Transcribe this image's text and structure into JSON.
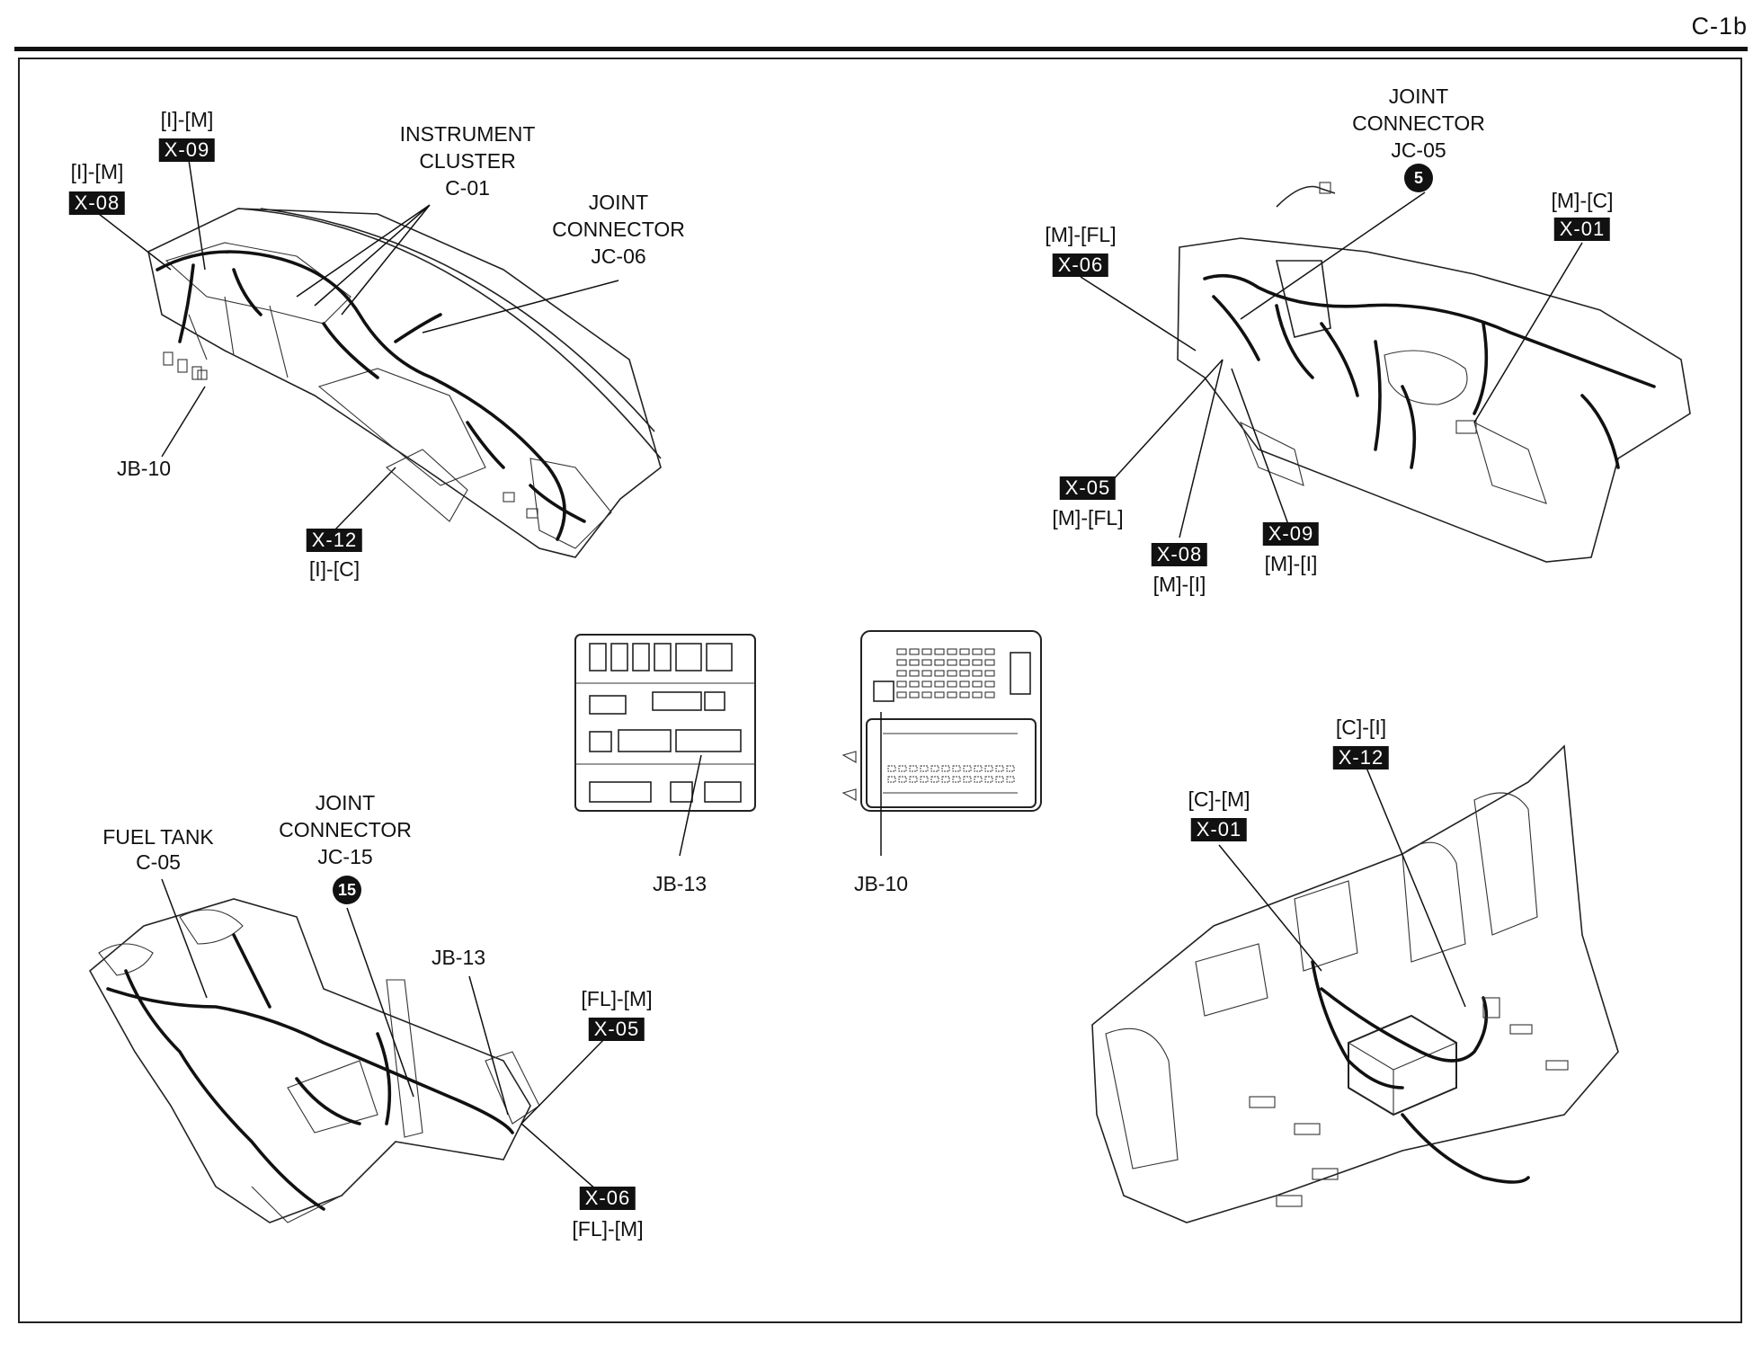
{
  "page": {
    "code": "C-1b"
  },
  "dash_left": {
    "x09_route": "[I]-[M]",
    "x09_tag": "X-09",
    "x08_route": "[I]-[M]",
    "x08_tag": "X-08",
    "cluster": [
      "INSTRUMENT",
      "CLUSTER",
      "C-01"
    ],
    "jc06": [
      "JOINT",
      "CONNECTOR",
      "JC-06"
    ],
    "jb10": "JB-10",
    "x12_tag": "X-12",
    "x12_route": "[I]-[C]"
  },
  "dash_right": {
    "jc05": [
      "JOINT",
      "CONNECTOR",
      "JC-05"
    ],
    "jc05_num": "5",
    "x06_route": "[M]-[FL]",
    "x06_tag": "X-06",
    "x01_route": "[M]-[C]",
    "x01_tag": "X-01",
    "x05_tag": "X-05",
    "x05_route": "[M]-[FL]",
    "x08_tag": "X-08",
    "x08_route": "[M]-[I]",
    "x09_tag": "X-09",
    "x09_route": "[M]-[I]"
  },
  "junction_boxes": {
    "jb13": "JB-13",
    "jb10": "JB-10"
  },
  "floor_left": {
    "fuel_tank": [
      "FUEL TANK",
      "C-05"
    ],
    "jc15": [
      "JOINT",
      "CONNECTOR",
      "JC-15"
    ],
    "jc15_num": "15",
    "jb13": "JB-13",
    "x05_route": "[FL]-[M]",
    "x05_tag": "X-05",
    "x06_tag": "X-06",
    "x06_route": "[FL]-[M]"
  },
  "console_right": {
    "x12_route": "[C]-[I]",
    "x12_tag": "X-12",
    "x01_route": "[C]-[M]",
    "x01_tag": "X-01"
  }
}
